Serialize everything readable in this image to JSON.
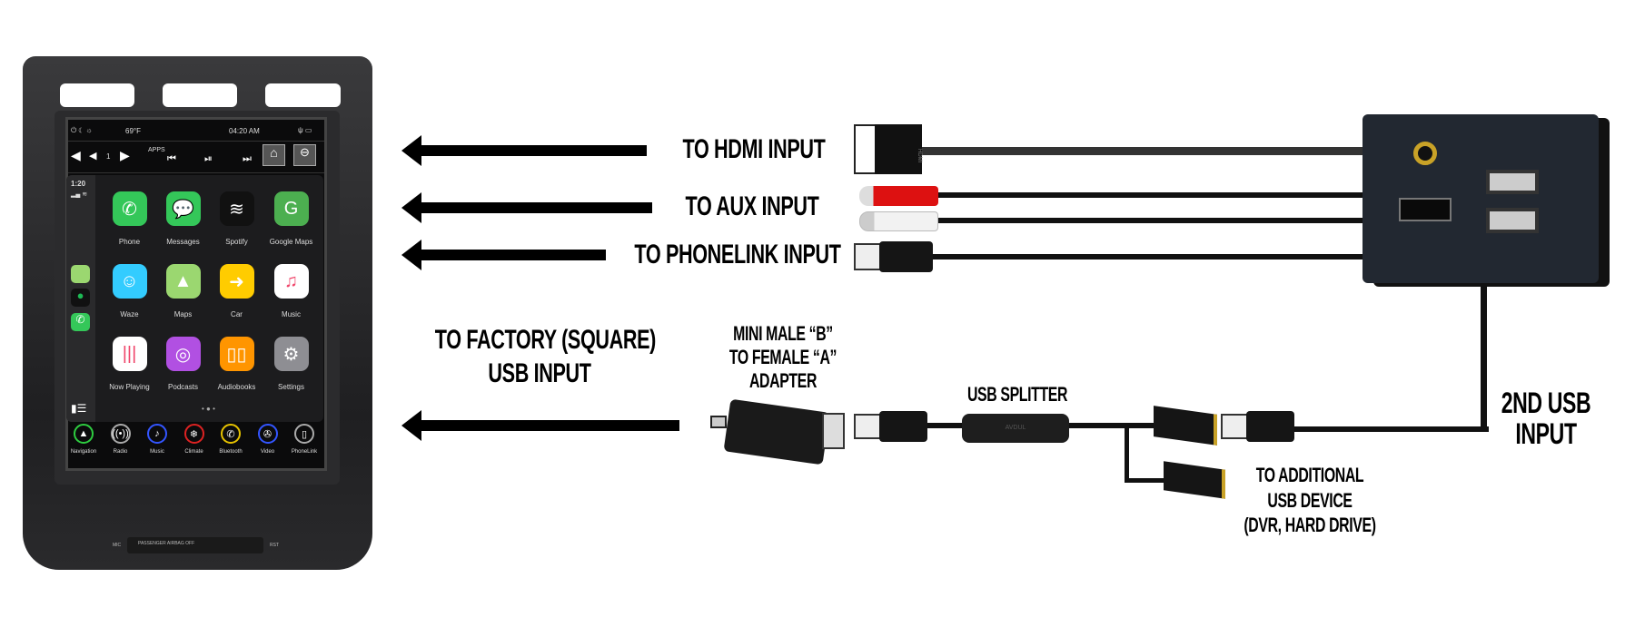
{
  "head_unit": {
    "status": {
      "temp": "69°F",
      "time": "04:20 AM"
    },
    "controls": {
      "volume": "1",
      "apps": "APPS"
    },
    "carplay": {
      "clock": "1:20",
      "apps": [
        {
          "name": "Phone",
          "color": "#34c759",
          "glyph": "✆"
        },
        {
          "name": "Messages",
          "color": "#34c759",
          "glyph": "💬"
        },
        {
          "name": "Spotify",
          "color": "#111111",
          "glyph": "≋"
        },
        {
          "name": "Google Maps",
          "color": "#4caf50",
          "glyph": "G"
        },
        {
          "name": "Waze",
          "color": "#33ccff",
          "glyph": "☺"
        },
        {
          "name": "Maps",
          "color": "#9bd770",
          "glyph": "▲"
        },
        {
          "name": "Car",
          "color": "#ffcc00",
          "glyph": "➜"
        },
        {
          "name": "Music",
          "color": "#ffffff",
          "glyph": "♫"
        },
        {
          "name": "Now Playing",
          "color": "#ffffff",
          "glyph": "|||"
        },
        {
          "name": "Podcasts",
          "color": "#b150e2",
          "glyph": "◎"
        },
        {
          "name": "Audiobooks",
          "color": "#ff9500",
          "glyph": "▯▯"
        },
        {
          "name": "Settings",
          "color": "#8e8e93",
          "glyph": "⚙"
        }
      ]
    },
    "dock": [
      {
        "name": "Navigation",
        "color": "#2ecc40",
        "glyph": "▲"
      },
      {
        "name": "Radio",
        "color": "#aaaaaa",
        "glyph": "((•))"
      },
      {
        "name": "Music",
        "color": "#3355ff",
        "glyph": "♪"
      },
      {
        "name": "Climate",
        "color": "#dd2222",
        "glyph": "❄"
      },
      {
        "name": "Bluetooth",
        "color": "#e6c200",
        "glyph": "✆"
      },
      {
        "name": "Video",
        "color": "#3355ff",
        "glyph": "✇"
      },
      {
        "name": "PhoneLink",
        "color": "#aaaaaa",
        "glyph": "▯"
      }
    ],
    "bottom": {
      "mic": "MIC",
      "airbag": "PASSENGER AIRBAG OFF",
      "rst": "RST"
    }
  },
  "labels": {
    "hdmi": "TO HDMI INPUT",
    "aux": "TO AUX INPUT",
    "phonelink": "TO PHONELINK INPUT",
    "factory_1": "TO FACTORY (SQUARE)",
    "factory_2": "USB INPUT",
    "adapter_1": "MINI MALE “B”",
    "adapter_2": "TO FEMALE “A”",
    "adapter_3": "ADAPTER",
    "splitter": "USB SPLITTER",
    "additional_1": "TO ADDITIONAL",
    "additional_2": "USB DEVICE",
    "additional_3": "(DVR, HARD DRIVE)",
    "second_usb_1": "2ND USB",
    "second_usb_2": "INPUT"
  },
  "connectors": {
    "hdmi_plug_text": "HDMI",
    "splitter_text": "AVDUL"
  }
}
